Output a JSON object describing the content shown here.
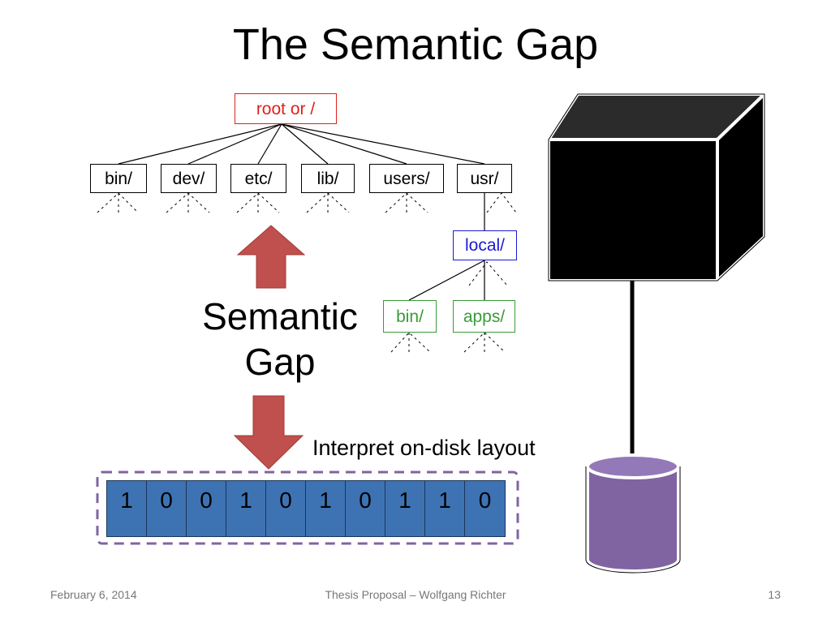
{
  "slide": {
    "title": "The Semantic Gap",
    "gap_label_line1": "Semantic",
    "gap_label_line2": "Gap",
    "interpret_label": "Interpret on-disk layout"
  },
  "tree": {
    "root": "root or /",
    "children": [
      "bin/",
      "dev/",
      "etc/",
      "lib/",
      "users/",
      "usr/"
    ],
    "local": "local/",
    "local_children": [
      "bin/",
      "apps/"
    ]
  },
  "bits": [
    "1",
    "0",
    "0",
    "1",
    "0",
    "1",
    "0",
    "1",
    "1",
    "0"
  ],
  "footer": {
    "date": "February 6, 2014",
    "center": "Thesis Proposal – Wolfgang Richter",
    "page": "13"
  },
  "colors": {
    "root_border": "#e0201c",
    "local_border": "#1a1ad0",
    "local_children_border": "#3a9a3a",
    "arrow": "#c0504d",
    "bits_fill": "#3d73b3",
    "dashed_box": "#8064a2",
    "disk": "#8064a2",
    "cube": "#000000"
  }
}
